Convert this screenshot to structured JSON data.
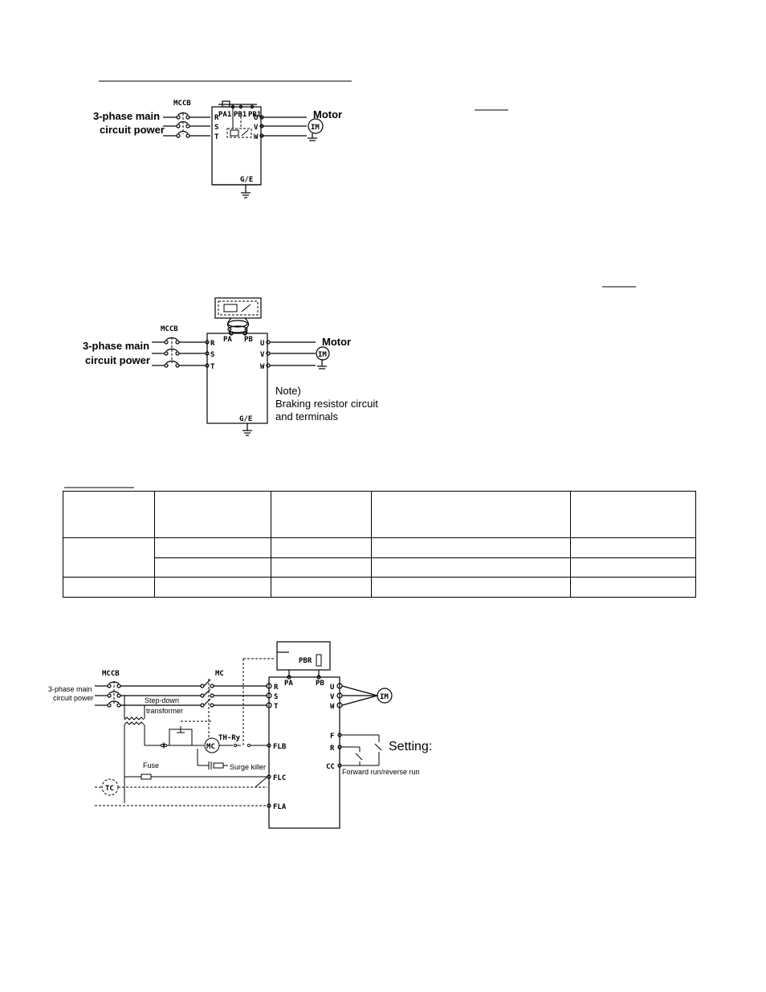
{
  "diagram1": {
    "mccb": "MCCB",
    "power_line1": "3-phase main",
    "power_line2": "circuit power",
    "motor": "Motor",
    "motor_symbol": "IM",
    "terminals_in": [
      "R",
      "S",
      "T"
    ],
    "terminals_out": [
      "U",
      "V",
      "W"
    ],
    "terminals_dc": [
      "PA1",
      "PB1",
      "PR1"
    ],
    "ground": "G/E"
  },
  "diagram2": {
    "mccb": "MCCB",
    "power_line1": "3-phase main",
    "power_line2": "circuit power",
    "motor": "Motor",
    "motor_symbol": "IM",
    "terminals_in": [
      "R",
      "S",
      "T"
    ],
    "terminals_out": [
      "U",
      "V",
      "W"
    ],
    "terminals_dc": [
      "PA",
      "PB"
    ],
    "ground": "G/E",
    "note_line1": "Note)",
    "note_line2": "Braking resistor circuit",
    "note_line3": "and terminals"
  },
  "table": {
    "rows": [
      [
        "",
        "",
        "",
        "",
        ""
      ],
      [
        "",
        "",
        "",
        "",
        ""
      ],
      [
        "",
        "",
        "",
        "",
        ""
      ],
      [
        "",
        "",
        "",
        "",
        ""
      ]
    ]
  },
  "diagram3": {
    "mccb": "MCCB",
    "mc": "MC",
    "power_line1": "3-phase main",
    "power_line2": "circuit power",
    "step_down1": "Step-down",
    "step_down2": "transformer",
    "fuse": "Fuse",
    "surge_killer": "Surge killer",
    "th_ry": "TH-Ry",
    "mc_coil": "MC",
    "tc": "TC",
    "pbr": "PBR",
    "terminals_in": [
      "R",
      "S",
      "T"
    ],
    "terminals_out": [
      "U",
      "V",
      "W"
    ],
    "terminals_dc": [
      "PA",
      "PB"
    ],
    "fault_terminals": [
      "FLB",
      "FLC",
      "FLA"
    ],
    "control_terminals": [
      "F",
      "R",
      "CC"
    ],
    "motor_symbol": "IM",
    "fwd_rev": "Forward run/reverse run",
    "setting": "Setting:"
  }
}
